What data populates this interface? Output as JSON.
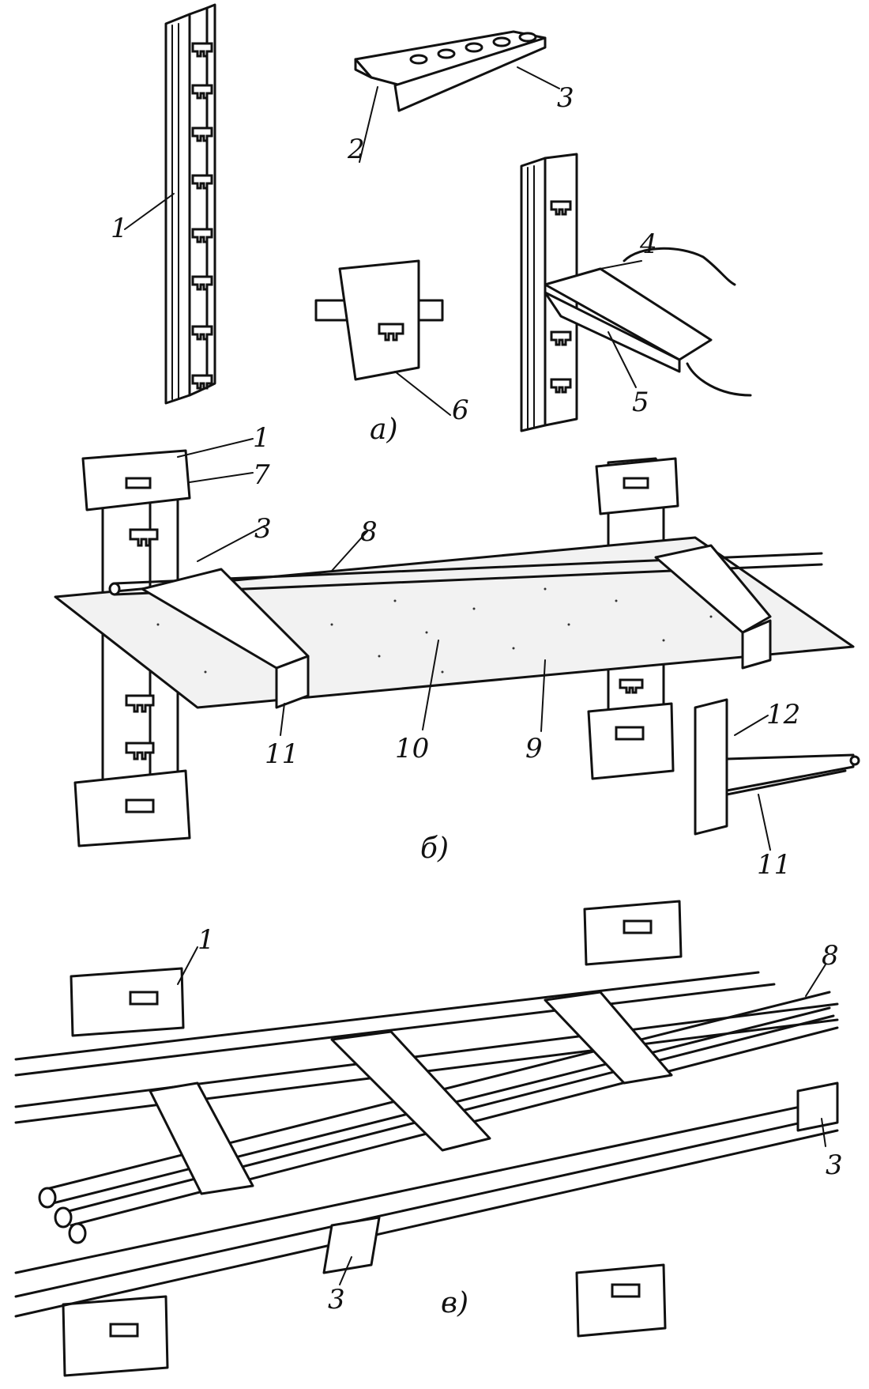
{
  "figure": {
    "callouts": [
      {
        "id": "c1a",
        "text": "1"
      },
      {
        "id": "c2",
        "text": "2"
      },
      {
        "id": "c3a",
        "text": "3"
      },
      {
        "id": "c4",
        "text": "4"
      },
      {
        "id": "c5",
        "text": "5"
      },
      {
        "id": "c6",
        "text": "6"
      },
      {
        "id": "c1b",
        "text": "1"
      },
      {
        "id": "c7",
        "text": "7"
      },
      {
        "id": "c3b",
        "text": "3"
      },
      {
        "id": "c8a",
        "text": "8"
      },
      {
        "id": "c9",
        "text": "9"
      },
      {
        "id": "c10",
        "text": "10"
      },
      {
        "id": "c11a",
        "text": "11"
      },
      {
        "id": "c12",
        "text": "12"
      },
      {
        "id": "c11b",
        "text": "11"
      },
      {
        "id": "c1c",
        "text": "1"
      },
      {
        "id": "c8b",
        "text": "8"
      },
      {
        "id": "c3c",
        "text": "3"
      },
      {
        "id": "c3d",
        "text": "3"
      }
    ],
    "panels": [
      {
        "id": "a",
        "caption": "а)"
      },
      {
        "id": "b",
        "caption": "б)"
      },
      {
        "id": "v",
        "caption": "в)"
      }
    ]
  }
}
